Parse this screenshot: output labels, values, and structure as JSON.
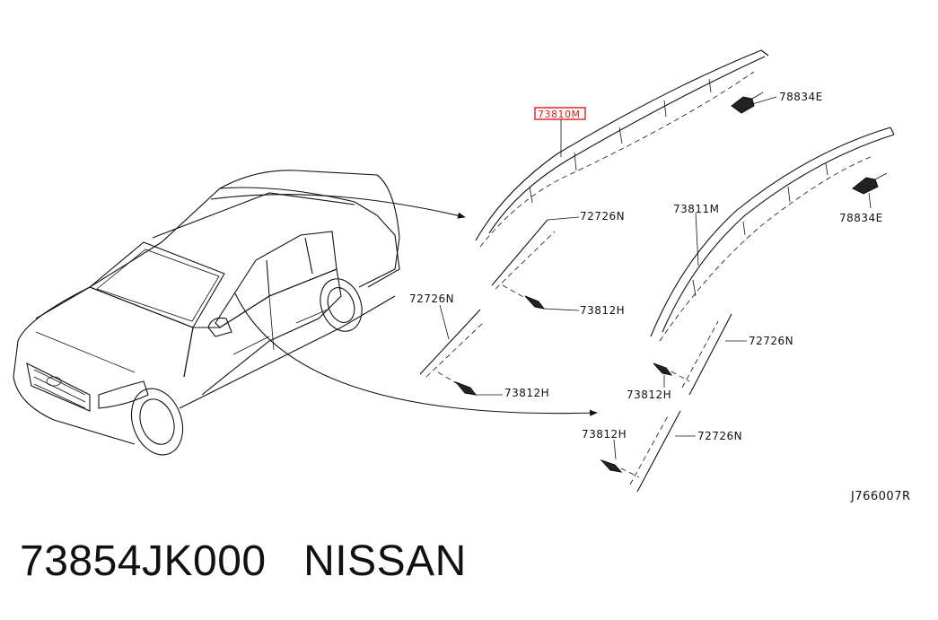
{
  "labels": {
    "part_highlight": "73810M",
    "part_73811m": "73811M",
    "clip_top": "78834E",
    "clip_right": "78834E",
    "seal_a": "72726N",
    "seal_b": "72726N",
    "seal_c": "72726N",
    "seal_d": "72726N",
    "pin_a": "73812H",
    "pin_b": "73812H",
    "pin_c": "73812H",
    "pin_d": "73812H",
    "figure_code": "J766007R"
  },
  "caption": {
    "part_number": "73854JK000",
    "brand": "NISSAN"
  },
  "colors": {
    "highlight": "#e11b1b",
    "ink": "#111111"
  }
}
